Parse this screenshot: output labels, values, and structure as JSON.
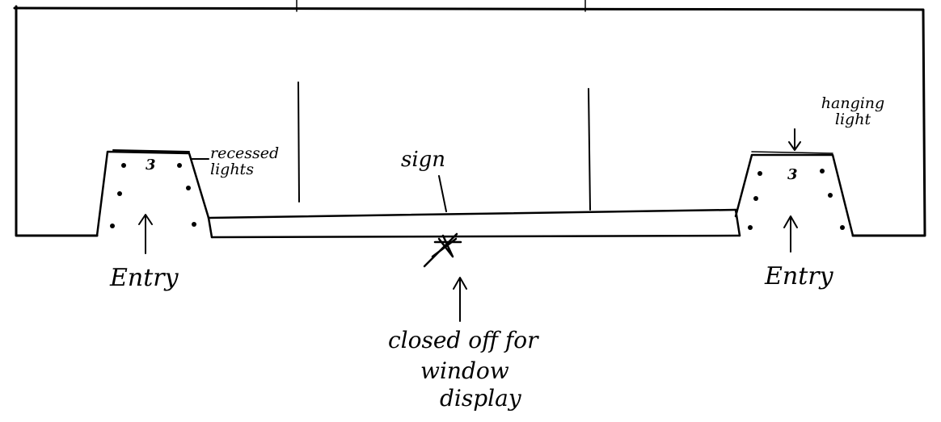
{
  "labels": {
    "recessed_lights": "recessed lights",
    "sign": "sign",
    "hanging_light": "hanging light",
    "entry_left": "Entry",
    "entry_right": "Entry",
    "closed_off_line1": "closed off for",
    "closed_off_line2": "window",
    "closed_off_line3": "display",
    "entry_count_left": "3",
    "entry_count_right": "3"
  },
  "colors": {
    "ink": "#000000",
    "paper": "#ffffff"
  }
}
